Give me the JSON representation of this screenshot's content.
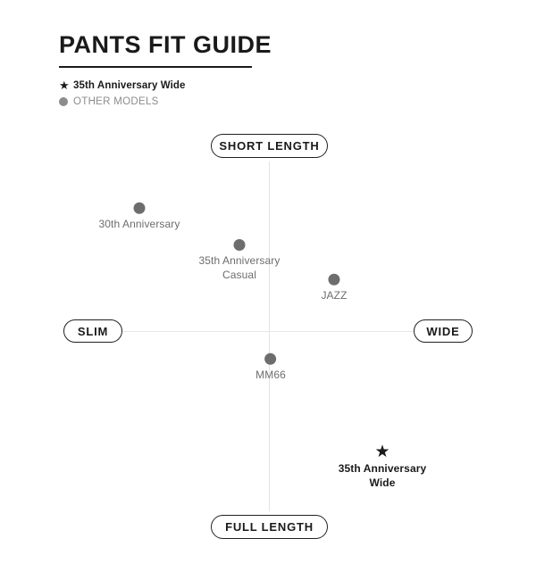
{
  "header": {
    "title": "PANTS FIT GUIDE"
  },
  "legend": {
    "items": [
      {
        "marker": "star",
        "symbol": "★",
        "label": "35th Anniversary Wide",
        "color": "#1a1a1a"
      },
      {
        "marker": "dot",
        "symbol": "●",
        "label": "OTHER MODELS",
        "color": "#8c8c8c"
      }
    ]
  },
  "axes": {
    "top_label": "SHORT LENGTH",
    "bottom_label": "FULL LENGTH",
    "left_label": "SLIM",
    "right_label": "WIDE"
  },
  "chart_data": {
    "type": "scatter",
    "title": "PANTS FIT GUIDE",
    "xlabel": "SLIM — WIDE",
    "ylabel": "SHORT LENGTH — FULL LENGTH",
    "xlim": [
      -1,
      1
    ],
    "ylim": [
      -1,
      1
    ],
    "grid": false,
    "legend_position": "top-left",
    "axis_labels": {
      "top": "SHORT LENGTH",
      "bottom": "FULL LENGTH",
      "left": "SLIM",
      "right": "WIDE"
    },
    "series": [
      {
        "name": "OTHER MODELS",
        "marker": "dot",
        "color": "#6d6d6d",
        "points": [
          {
            "label": "30th Anniversary",
            "x": -0.74,
            "y": 0.71,
            "px": 156,
            "py": 237
          },
          {
            "label": "35th Anniversary\nCasual",
            "x": -0.2,
            "y": 0.46,
            "px": 268,
            "py": 286
          },
          {
            "label": "JAZZ",
            "x": 0.45,
            "y": 0.29,
            "px": 374,
            "py": 317
          },
          {
            "label": "MM66",
            "x": 0.01,
            "y": -0.19,
            "px": 303,
            "py": 406
          }
        ]
      },
      {
        "name": "35th Anniversary Wide",
        "marker": "star",
        "color": "#1a1a1a",
        "points": [
          {
            "label": "35th Anniversary\nWide",
            "x": 0.78,
            "y": -0.74,
            "px": 428,
            "py": 516
          }
        ]
      }
    ]
  }
}
